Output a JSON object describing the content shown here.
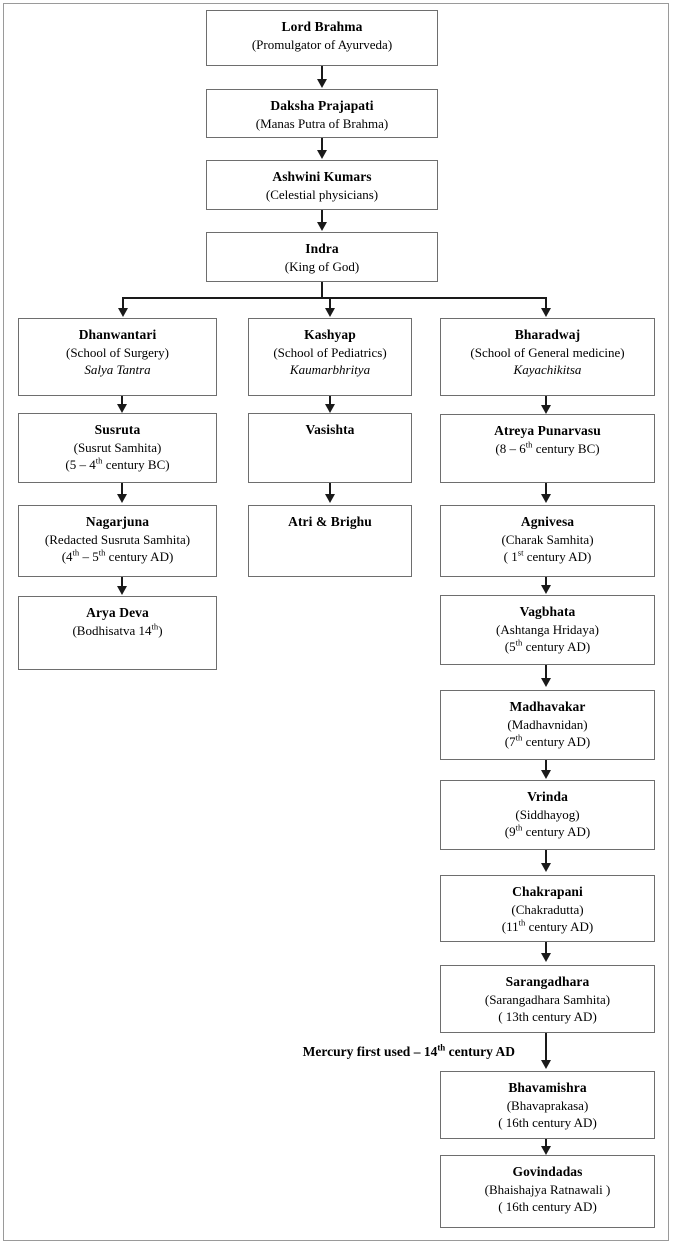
{
  "diagram": {
    "title": "Lineage of Ayurveda schools and authors",
    "annotation": "Mercury first used – 14th century AD",
    "annotation_parts": {
      "before": "Mercury first used – 14",
      "sup": "th",
      "after": " century AD"
    }
  },
  "nodes": {
    "brahma": {
      "title": "Lord Brahma",
      "line2": "(Promulgator of Ayurveda)"
    },
    "daksha": {
      "title": "Daksha Prajapati",
      "line2": "(Manas Putra of Brahma)"
    },
    "ashwini": {
      "title": "Ashwini Kumars",
      "line2": "(Celestial physicians)"
    },
    "indra": {
      "title": "Indra",
      "line2": "(King of God)"
    },
    "dhanwantari": {
      "title": "Dhanwantari",
      "line2": "(School of Surgery)",
      "line3_italic": "Salya Tantra"
    },
    "kashyap": {
      "title": "Kashyap",
      "line2": "(School of Pediatrics)",
      "line3_italic": "Kaumarbhritya"
    },
    "bharadwaj": {
      "title": "Bharadwaj",
      "line2": "(School of General medicine)",
      "line3_italic": "Kayachikitsa"
    },
    "susruta": {
      "title": "Susruta",
      "line2": "(Susrut Samhita)",
      "line3_pre": "(5 – 4",
      "line3_sup": "th",
      "line3_post": " century BC)"
    },
    "nagarjuna": {
      "title": "Nagarjuna",
      "line2": "(Redacted Susruta Samhita)",
      "line3_pre": "(4",
      "line3_sup": "th",
      "line3_mid": " – 5",
      "line3_sup2": "th",
      "line3_post": " century AD)"
    },
    "aryadeva": {
      "title": "Arya Deva",
      "line2_pre": "(Bodhisatva 14",
      "line2_sup": "th",
      "line2_post": ")"
    },
    "vasishta": {
      "title": "Vasishta"
    },
    "atribrighu": {
      "title": "Atri & Brighu"
    },
    "atreya": {
      "title": "Atreya Punarvasu",
      "line2_pre": "(8 – 6",
      "line2_sup": "th",
      "line2_post": " century BC)"
    },
    "agnivesa": {
      "title": "Agnivesa",
      "line2": "(Charak Samhita)",
      "line3_pre": "( 1",
      "line3_sup": "st",
      "line3_post": " century AD)"
    },
    "vagbhata": {
      "title": "Vagbhata",
      "line2": "(Ashtanga Hridaya)",
      "line3_pre": "(5",
      "line3_sup": "th",
      "line3_post": " century AD)"
    },
    "madhavakar": {
      "title": "Madhavakar",
      "line2": "(Madhavnidan)",
      "line3_pre": "(7",
      "line3_sup": "th",
      "line3_post": " century AD)"
    },
    "vrinda": {
      "title": "Vrinda",
      "line2": "(Siddhayog)",
      "line3_pre": "(9",
      "line3_sup": "th",
      "line3_post": " century AD)"
    },
    "chakrapani": {
      "title": "Chakrapani",
      "line2": "(Chakradutta)",
      "line3_pre": "(11",
      "line3_sup": "th",
      "line3_post": " century AD)"
    },
    "sarangadhara": {
      "title": "Sarangadhara",
      "line2": "(Sarangadhara Samhita)",
      "line3": "( 13th century AD)"
    },
    "bhavamishra": {
      "title": "Bhavamishra",
      "line2": "(Bhavaprakasa)",
      "line3": "( 16th century AD)"
    },
    "govindadas": {
      "title": "Govindadas",
      "line2": "(Bhaishajya Ratnawali )",
      "line3": "( 16th century AD)"
    }
  },
  "colors": {
    "box_border": "#6e6e6e",
    "connector": "#1a1a1a",
    "frame": "#9a9a9a",
    "text": "#000000",
    "background": "#ffffff"
  },
  "chart_data": {
    "type": "diagram",
    "layout": "top-down flowchart with three parallel branches",
    "root_chain": [
      "Lord Brahma",
      "Daksha Prajapati",
      "Ashwini Kumars",
      "Indra"
    ],
    "branches": [
      {
        "name": "Dhanwantari",
        "school": "School of Surgery",
        "sanskrit": "Salya Tantra",
        "chain": [
          "Susruta",
          "Nagarjuna",
          "Arya Deva"
        ]
      },
      {
        "name": "Kashyap",
        "school": "School of Pediatrics",
        "sanskrit": "Kaumarbhritya",
        "chain": [
          "Vasishta",
          "Atri & Brighu"
        ]
      },
      {
        "name": "Bharadwaj",
        "school": "School of General medicine",
        "sanskrit": "Kayachikitsa",
        "chain": [
          "Atreya Punarvasu",
          "Agnivesa",
          "Vagbhata",
          "Madhavakar",
          "Vrinda",
          "Chakrapani",
          "Sarangadhara",
          "Bhavamishra",
          "Govindadas"
        ]
      }
    ],
    "annotations": [
      {
        "text": "Mercury first used – 14th century AD",
        "between": [
          "Sarangadhara",
          "Bhavamishra"
        ]
      }
    ]
  }
}
